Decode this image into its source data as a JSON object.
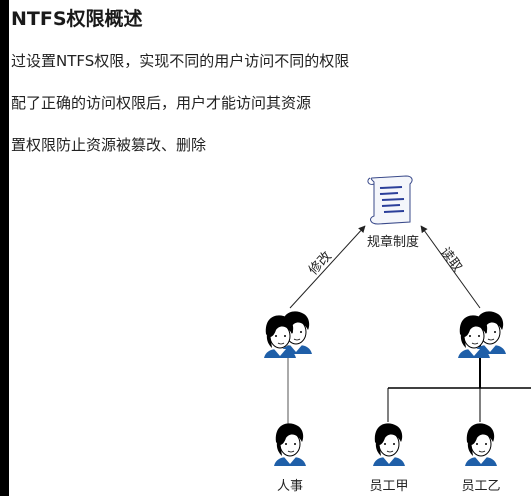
{
  "slide": {
    "title": "NTFS权限概述",
    "bullets": [
      "过设置NTFS权限，实现不同的用户访问不同的权限",
      "配了正确的访问权限后，用户才能访问其资源",
      "置权限防止资源被篡改、删除"
    ]
  },
  "diagram": {
    "resource_label": "规章制度",
    "edge_left_label": "修改",
    "edge_right_label": "读取",
    "people": {
      "hr_label": "人事",
      "employee_a_label": "员工甲",
      "employee_b_label": "员工乙"
    }
  }
}
